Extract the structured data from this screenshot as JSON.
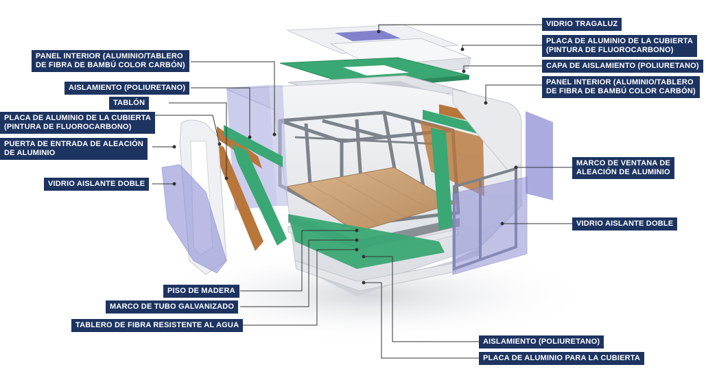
{
  "labels": {
    "vidrio_tragaluz": "VIDRIO TRAGALUZ",
    "placa_cubierta_top": [
      "PLACA DE ALUMINIO DE LA CUBIERTA",
      "(PINTURA DE FLUOROCARBONO)"
    ],
    "capa_aislamiento_top": "CAPA DE AISLAMIENTO (POLIURETANO)",
    "panel_interior_right": [
      "PANEL INTERIOR (ALUMINIO/TABLERO",
      "DE FIBRA DE BAMBÚ COLOR CARBÓN)"
    ],
    "marco_ventana": [
      "MARCO DE VENTANA DE",
      "ALEACIÓN DE ALUMINIO"
    ],
    "vidrio_aislante_right": "VIDRIO AISLANTE DOBLE",
    "aislamiento_bottom": "AISLAMIENTO (POLIURETANO)",
    "placa_cubierta_bottom": "PLACA DE ALUMINIO PARA LA CUBIERTA",
    "panel_interior_left": [
      "PANEL INTERIOR (ALUMINIO/TABLERO",
      "DE FIBRA DE BAMBÚ COLOR CARBÓN)"
    ],
    "aislamiento_left": "AISLAMIENTO (POLIURETANO)",
    "tablon": "TABLÓN",
    "placa_cubierta_left": [
      "PLACA DE ALUMINIO DE LA CUBIERTA",
      "(PINTURA DE FLUOROCARBONO)"
    ],
    "puerta_entrada": [
      "PUERTA DE ENTRADA DE ALEACIÓN",
      "DE ALUMINIO"
    ],
    "vidrio_aislante_left": "VIDRIO AISLANTE DOBLE",
    "piso_madera": "PISO DE MADERA",
    "marco_tubo": "MARCO DE TUBO GALVANIZADO",
    "tablero_fibra": "TABLERO DE FIBRA RESISTENTE AL AGUA"
  },
  "colors": {
    "label_bg": "#1d3461",
    "label_text": "#ffffff",
    "leader_line": "#333333",
    "insulation_green": "#3aa874",
    "frame_gray": "#8a8f96",
    "wood_floor": "#c9a27a",
    "glass_purple": "#8f8fd6",
    "copper_panel": "#b8763a"
  }
}
